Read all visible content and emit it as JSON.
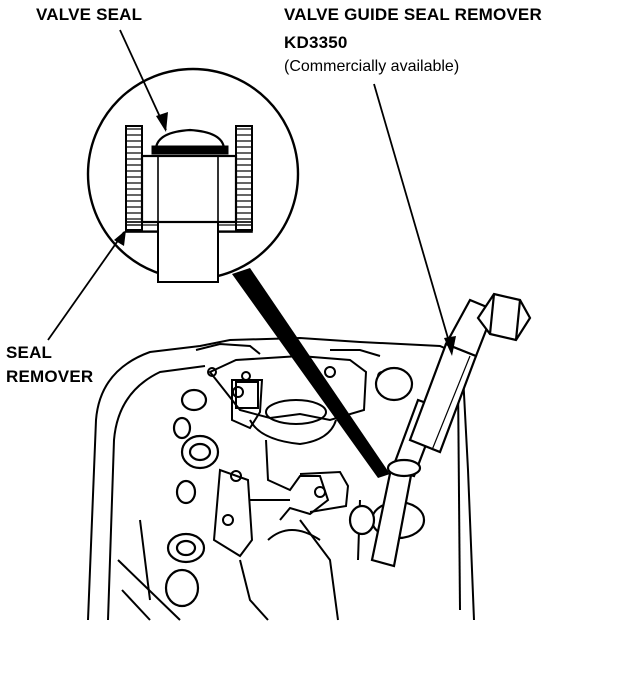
{
  "labels": {
    "valve_seal": "VALVE SEAL",
    "tool_name": "VALVE GUIDE SEAL REMOVER",
    "tool_number": "KD3350",
    "tool_note": "(Commercially available)",
    "seal_remover_line1": "SEAL",
    "seal_remover_line2": "REMOVER"
  },
  "colors": {
    "ink": "#000000",
    "paper": "#ffffff"
  }
}
